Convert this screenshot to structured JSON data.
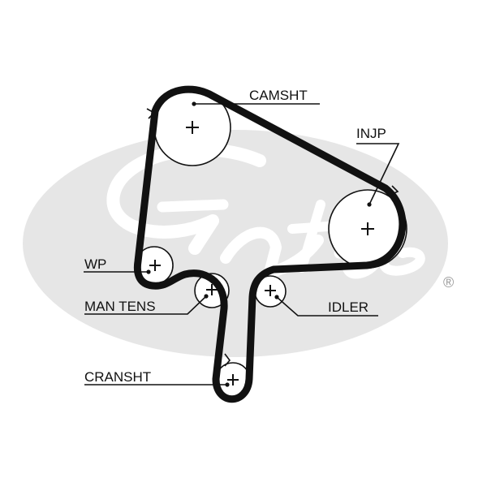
{
  "labels": {
    "camshaft": "CAMSHT",
    "injection_pump": "INJP",
    "water_pump": "WP",
    "manual_tensioner": "MAN TENS",
    "idler": "IDLER",
    "crankshaft": "CRANSHT"
  },
  "watermark": {
    "brand": "Gates",
    "registered_mark": "®"
  },
  "colors": {
    "belt": "#111111",
    "line": "#111111",
    "watermark": "#e6e6e6",
    "background": "#ffffff"
  }
}
